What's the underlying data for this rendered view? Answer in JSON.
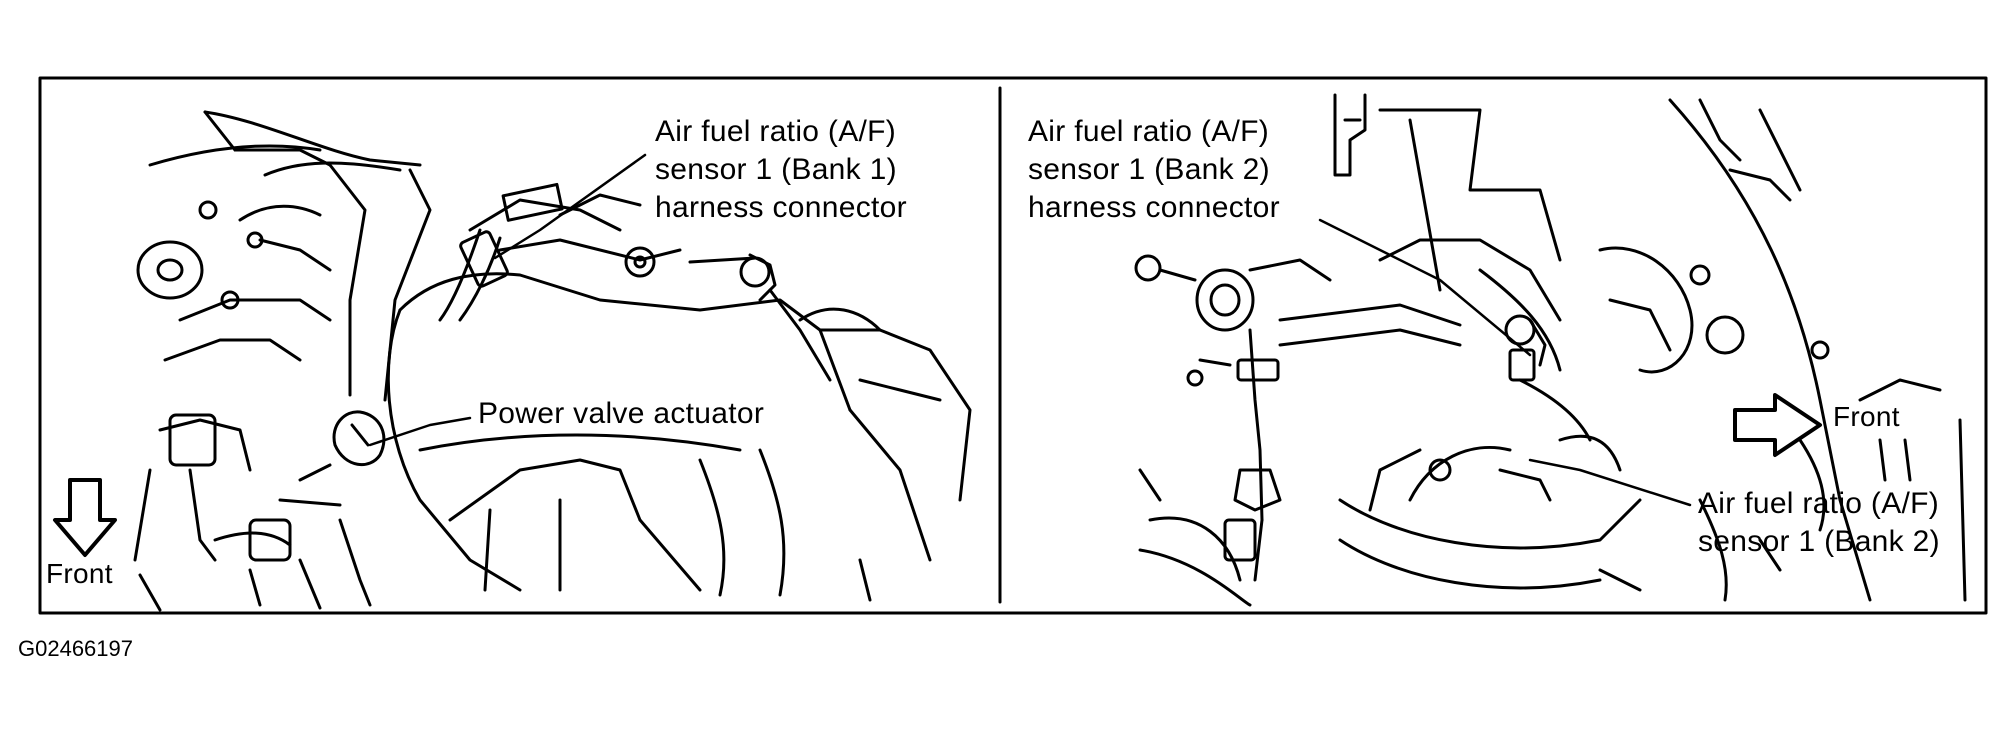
{
  "figure": {
    "id": "G02466197",
    "left_panel": {
      "callout_af_sensor_connector": [
        "Air fuel ratio (A/F)",
        "sensor 1 (Bank 1)",
        "harness connector"
      ],
      "callout_power_valve": "Power valve actuator",
      "front_arrow_label": "Front"
    },
    "right_panel": {
      "callout_af_sensor_connector": [
        "Air fuel ratio (A/F)",
        "sensor 1 (Bank 2)",
        "harness connector"
      ],
      "callout_af_sensor": [
        "Air fuel ratio (A/F)",
        "sensor 1 (Bank 2)"
      ],
      "front_arrow_label": "Front"
    }
  }
}
